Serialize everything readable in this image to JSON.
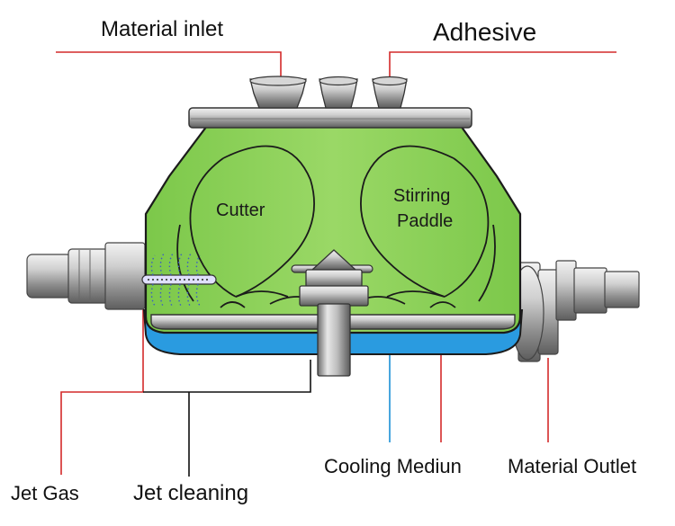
{
  "labels": {
    "material_inlet": "Material inlet",
    "adhesive": "Adhesive",
    "cutter": "Cutter",
    "stirring": "Stirring",
    "paddle": "Paddle",
    "jet_gas": "Jet Gas",
    "jet_cleaning": "Jet cleaning",
    "cooling_medium": "Cooling Mediun",
    "material_outlet": "Material Outlet"
  },
  "colors": {
    "body_green": "#8fd35c",
    "cooling_blue": "#2a9be0",
    "leader_red": "#d42a2a",
    "leader_blue": "#1a8fd6",
    "leader_black": "#111111",
    "metal": "#9a9a9a"
  }
}
